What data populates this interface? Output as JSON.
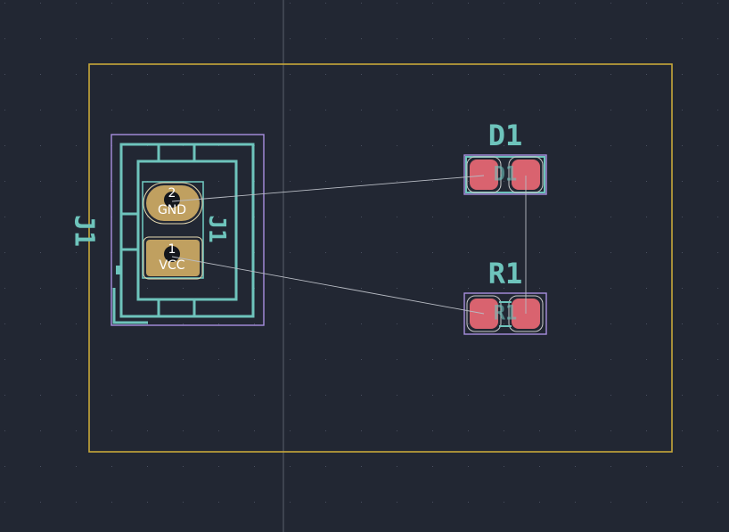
{
  "colors": {
    "background": "#222733",
    "grid_dot": "#4a5060",
    "board_edge": "#c8a83a",
    "silkscreen": "#6ec4bc",
    "courtyard": "#a890e0",
    "smd_pad": "#d9636f",
    "tht_pad": "#c0a060",
    "ratsnest": "#b8bcc4",
    "crosshair": "#5a606c",
    "pad_text": "#ffffff"
  },
  "icons": {
    "connector": "two-pin-connector-footprint",
    "diode": "smd-diode-footprint",
    "resistor": "smd-resistor-footprint"
  },
  "components": {
    "j1": {
      "reference": "J1",
      "pins": [
        {
          "number": "2",
          "net": "GND"
        },
        {
          "number": "1",
          "net": "VCC"
        }
      ]
    },
    "d1": {
      "reference": "D1",
      "fab_label": "D1"
    },
    "r1": {
      "reference": "R1",
      "fab_label": "R1"
    }
  }
}
